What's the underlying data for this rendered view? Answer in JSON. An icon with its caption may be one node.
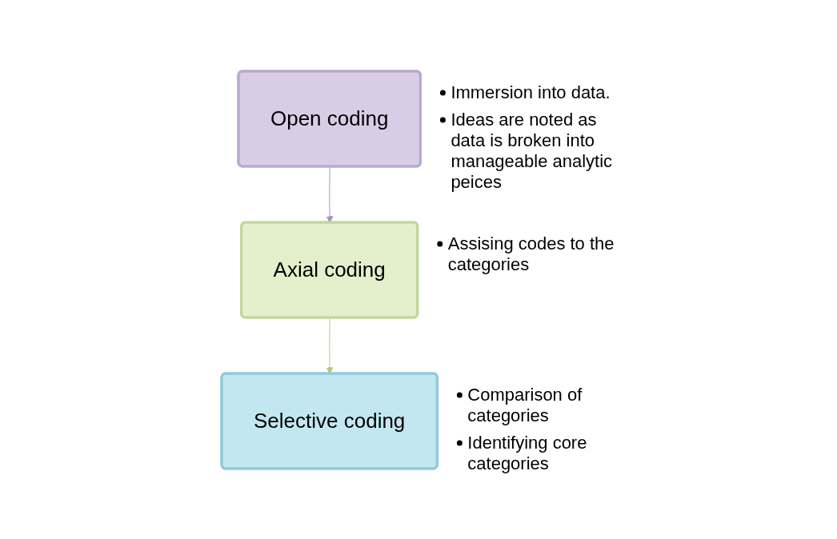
{
  "diagram": {
    "nodes": [
      {
        "text": [
          "Open coding"
        ],
        "beside": [
          "Immersion into data.",
          "Ideas are noted as data is broken into manageable analytic peices"
        ]
      },
      {
        "text": [
          "Axial coding"
        ],
        "beside": [
          "Assising codes to the categories"
        ]
      },
      {
        "text": [
          "Selective coding"
        ],
        "beside": [
          "Comparison of categories",
          "Identifying core categories"
        ]
      }
    ],
    "edges": [
      {
        "from": 0,
        "to": 1,
        "arrow": "to",
        "color": "#a593c2"
      },
      {
        "from": 1,
        "to": 2,
        "arrow": "to",
        "color": "#b3ca80"
      }
    ]
  }
}
